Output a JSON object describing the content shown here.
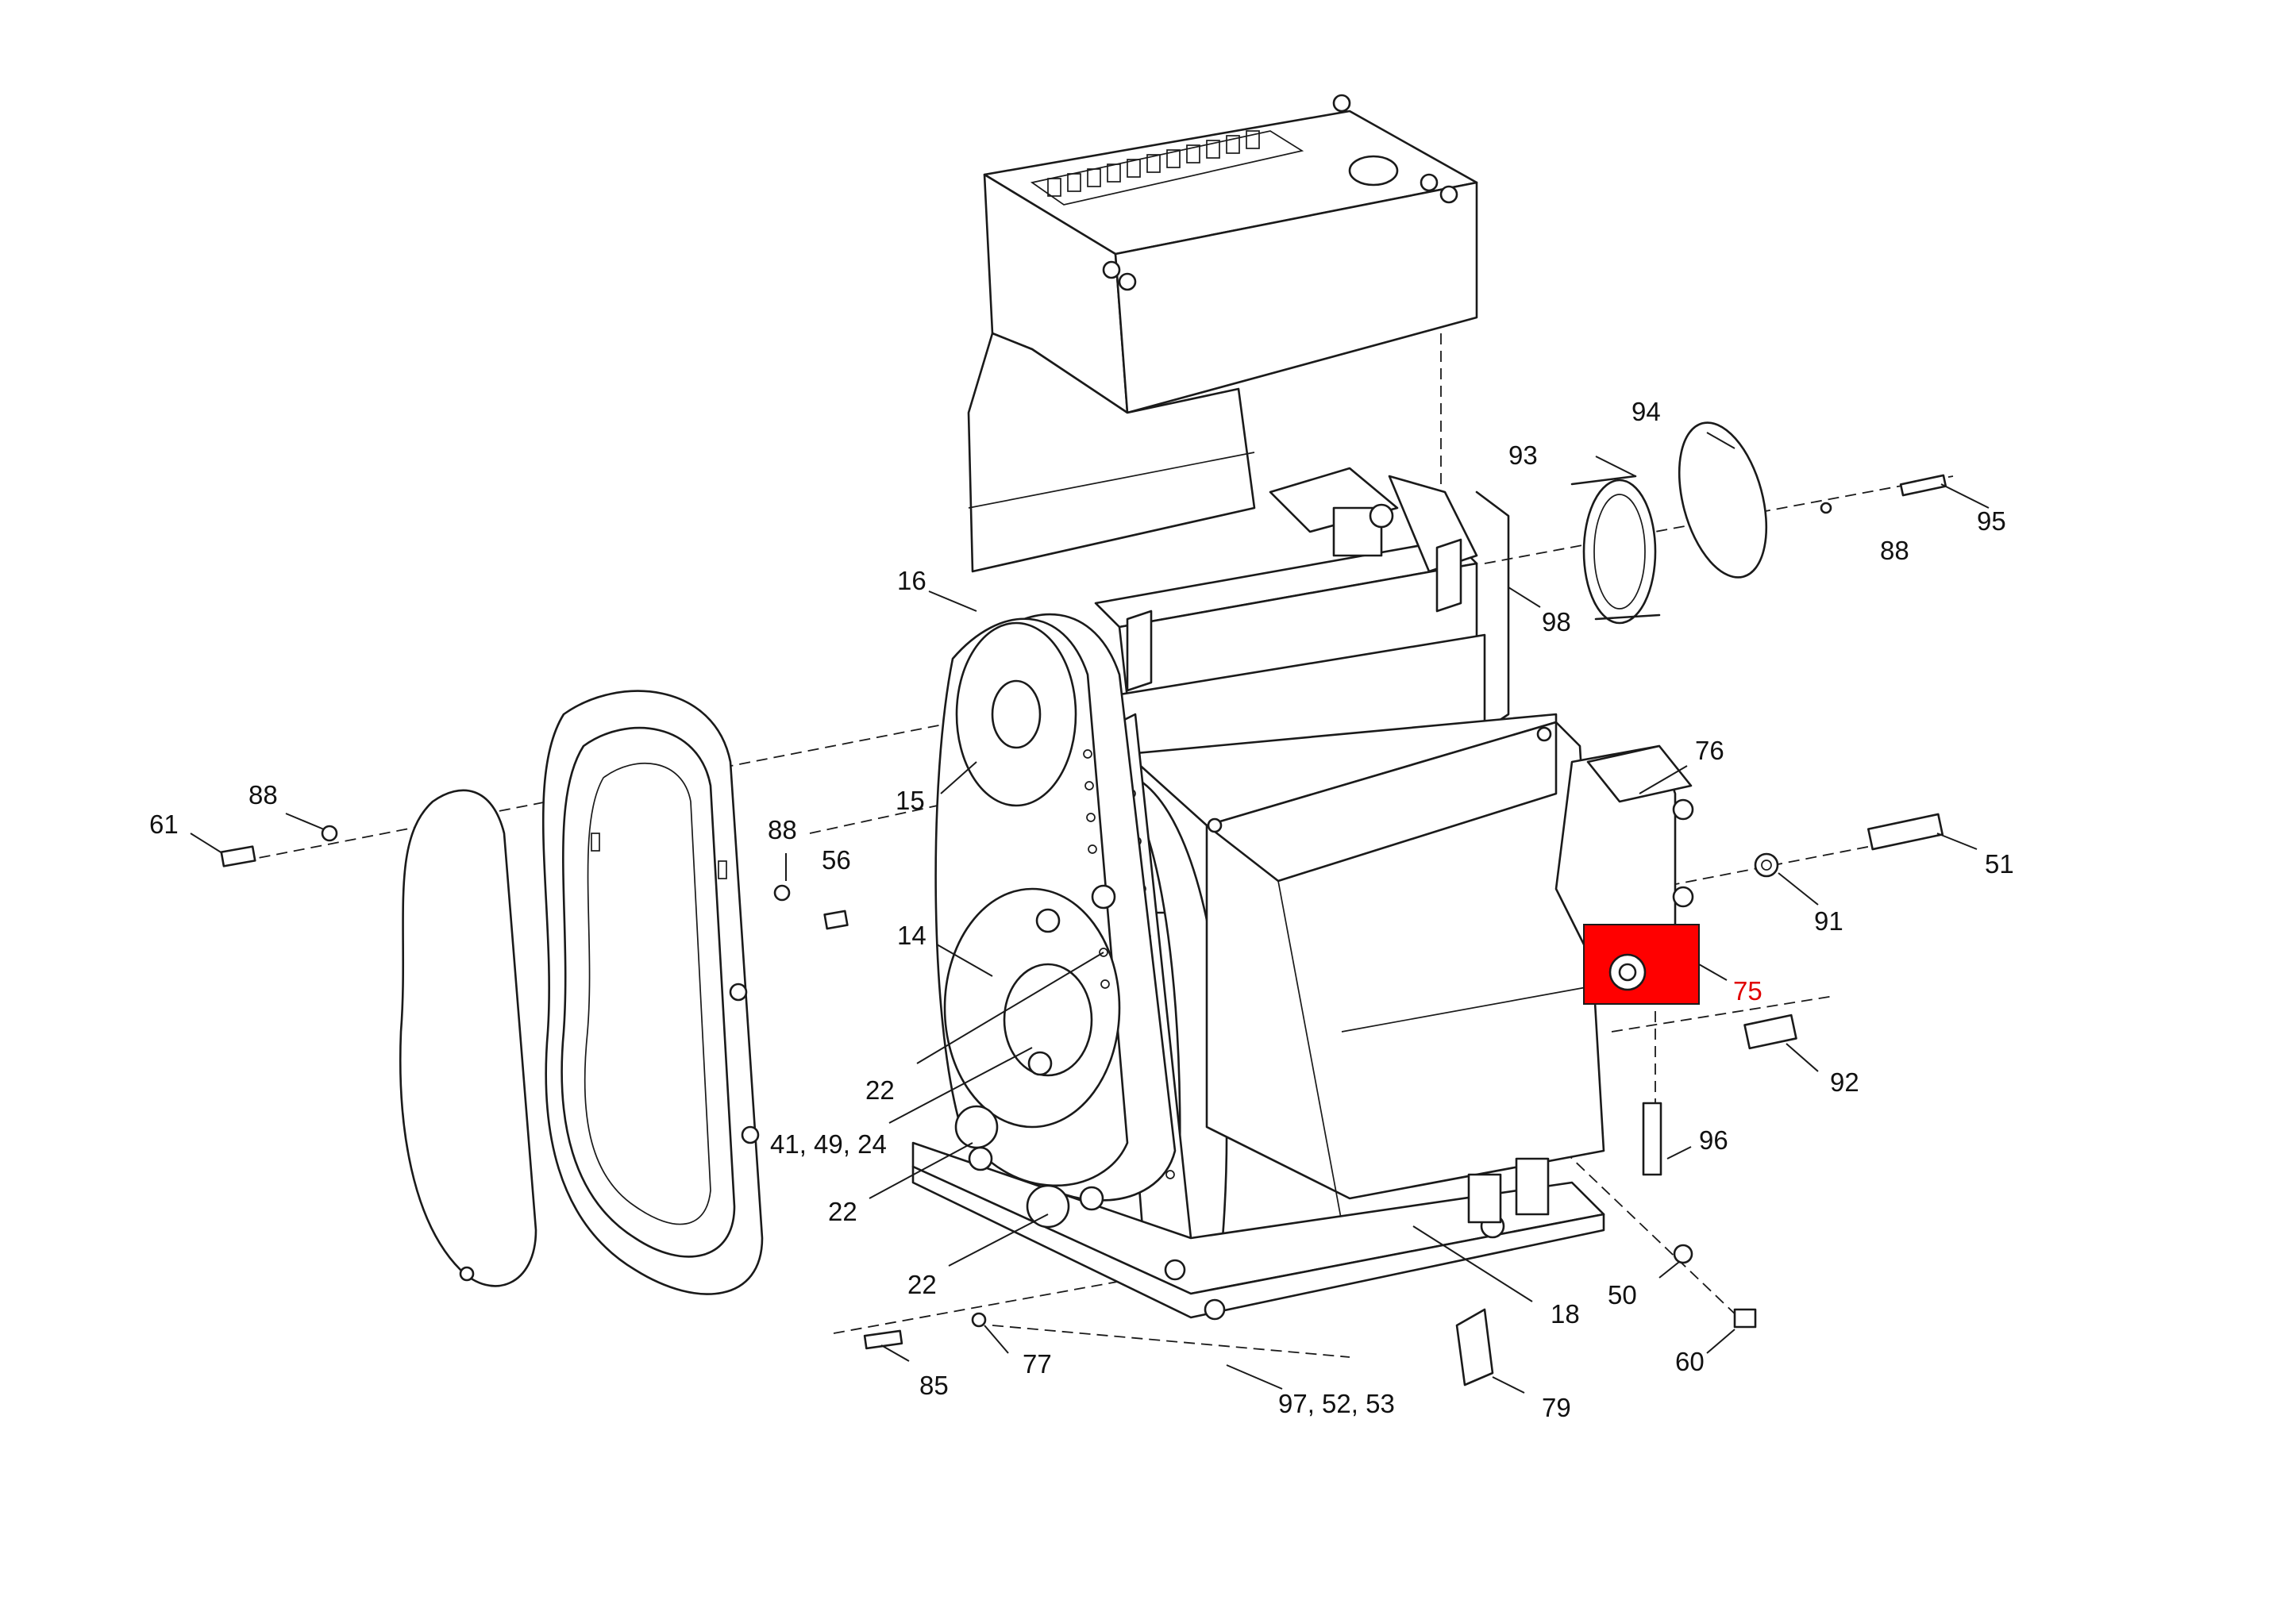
{
  "highlight_color": "#ff0000",
  "callouts": [
    {
      "id": "c16",
      "text": "16"
    },
    {
      "id": "c15",
      "text": "15"
    },
    {
      "id": "c14",
      "text": "14"
    },
    {
      "id": "c22a",
      "text": "22"
    },
    {
      "id": "c41",
      "text": "41, 49, 24"
    },
    {
      "id": "c22b",
      "text": "22"
    },
    {
      "id": "c22c",
      "text": "22"
    },
    {
      "id": "c88a",
      "text": "88"
    },
    {
      "id": "c61",
      "text": "61"
    },
    {
      "id": "c88b",
      "text": "88"
    },
    {
      "id": "c56",
      "text": "56"
    },
    {
      "id": "c93",
      "text": "93"
    },
    {
      "id": "c94",
      "text": "94"
    },
    {
      "id": "c95",
      "text": "95"
    },
    {
      "id": "c88c",
      "text": "88"
    },
    {
      "id": "c98",
      "text": "98"
    },
    {
      "id": "c76",
      "text": "76"
    },
    {
      "id": "c51",
      "text": "51"
    },
    {
      "id": "c91",
      "text": "91"
    },
    {
      "id": "c75",
      "text": "75",
      "highlighted": true
    },
    {
      "id": "c92",
      "text": "92"
    },
    {
      "id": "c96",
      "text": "96"
    },
    {
      "id": "c50",
      "text": "50"
    },
    {
      "id": "c60",
      "text": "60"
    },
    {
      "id": "c18",
      "text": "18"
    },
    {
      "id": "c79",
      "text": "79"
    },
    {
      "id": "c85",
      "text": "85"
    },
    {
      "id": "c77",
      "text": "77"
    },
    {
      "id": "c97",
      "text": "97, 52, 53"
    }
  ]
}
